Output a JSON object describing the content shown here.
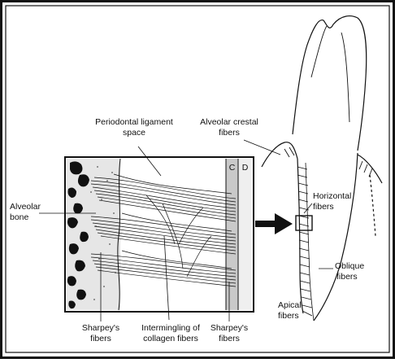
{
  "labels": {
    "periodontal_ligament": [
      "Periodontal ligament",
      "space"
    ],
    "alveolar_crestal": [
      "Alveolar crestal",
      "fibers"
    ],
    "alveolar_bone": [
      "Alveolar",
      "bone"
    ],
    "horizontal": [
      "Horizontal",
      "fibers"
    ],
    "oblique": [
      "Oblique",
      "fibers"
    ],
    "apical": [
      "Apical",
      "fibers"
    ],
    "sharpeys_left": [
      "Sharpey's",
      "fibers"
    ],
    "intermingling": [
      "Intermingling of",
      "collagen fibers"
    ],
    "sharpeys_right": [
      "Sharpey's",
      "fibers"
    ],
    "c": "C",
    "d": "D"
  },
  "colors": {
    "ink": "#111111",
    "bone_fill": "#e4e4e4",
    "cementum_fill": "#c8c8c8",
    "dentin_fill": "#ededed"
  },
  "icons": {
    "arrow": "right-arrow-icon",
    "callout_box": "magnify-box-icon"
  }
}
